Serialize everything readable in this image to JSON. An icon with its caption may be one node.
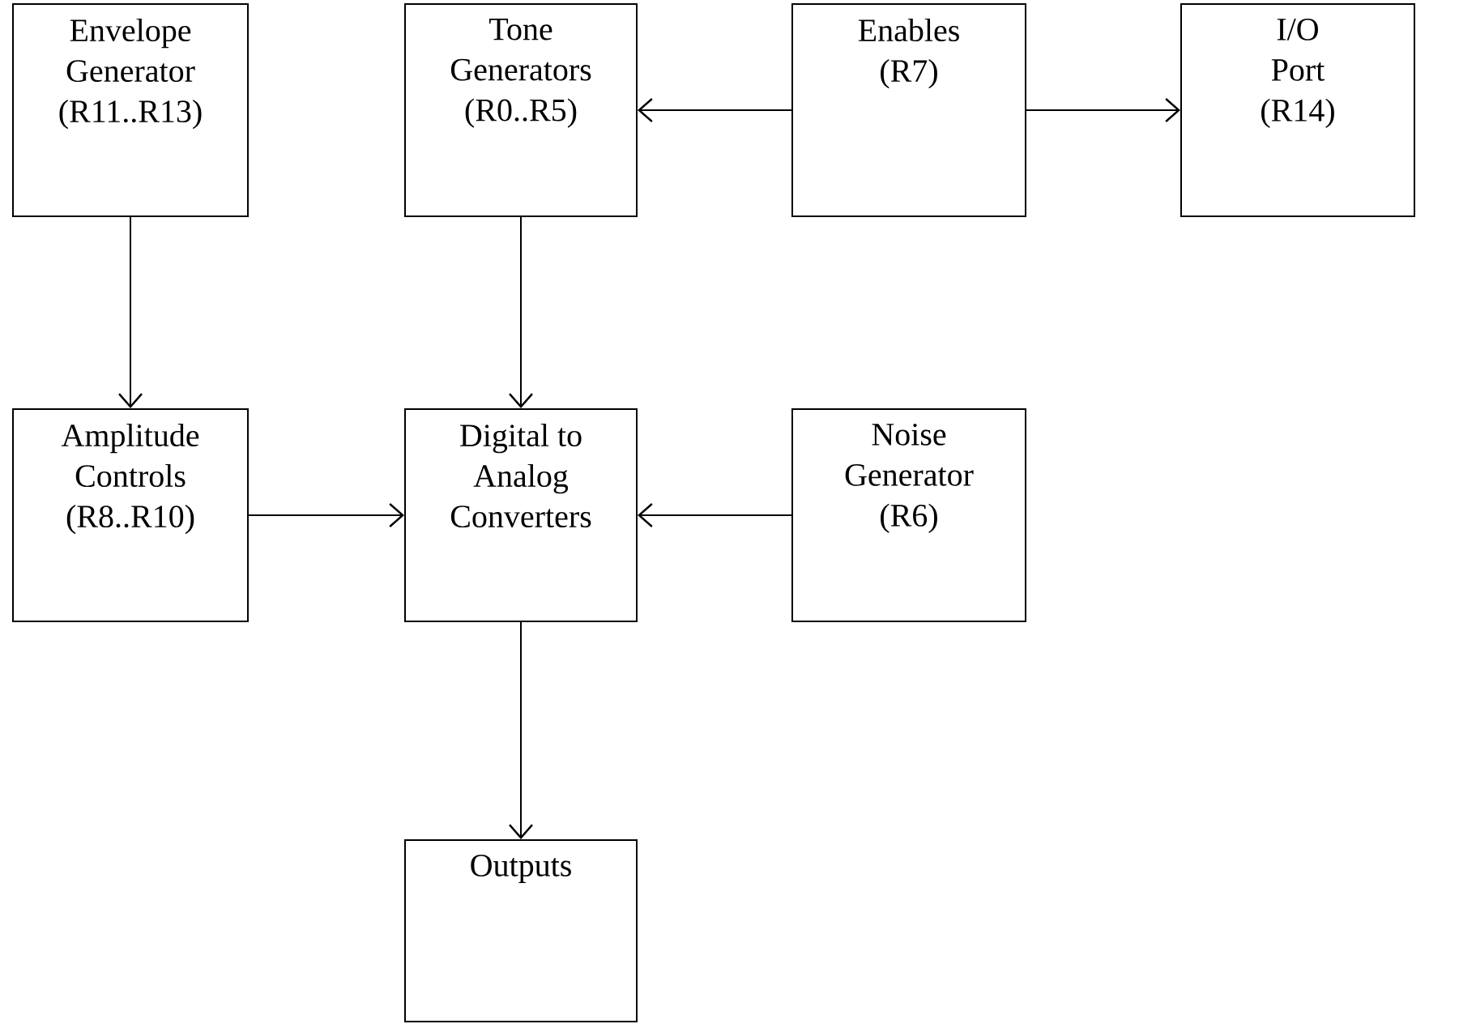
{
  "diagram": {
    "nodes": [
      {
        "text": [
          "Envelope Generator (R11..R13)"
        ]
      },
      {
        "text": [
          "Tone Generators (R0..R5)"
        ]
      },
      {
        "text": [
          "Enables (R7)"
        ]
      },
      {
        "text": [
          "I/O Port (R14)"
        ]
      },
      {
        "text": [
          "Amplitude Controls (R8..R10)"
        ]
      },
      {
        "text": [
          "Digital to Analog Converters"
        ]
      },
      {
        "text": [
          "Noise Generator (R6)"
        ]
      },
      {
        "text": [
          "Outputs"
        ]
      }
    ],
    "edges": [
      {
        "from": 2,
        "to": 1,
        "arrow": "to"
      },
      {
        "from": 2,
        "to": 3,
        "arrow": "to"
      },
      {
        "from": 0,
        "to": 4,
        "arrow": "to"
      },
      {
        "from": 1,
        "to": 5,
        "arrow": "to"
      },
      {
        "from": 4,
        "to": 5,
        "arrow": "to"
      },
      {
        "from": 6,
        "to": 5,
        "arrow": "to"
      },
      {
        "from": 5,
        "to": 7,
        "arrow": "to"
      }
    ]
  }
}
